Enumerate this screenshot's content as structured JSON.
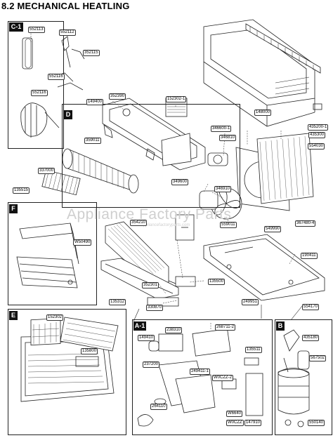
{
  "title": "8.2 MECHANICAL HEATLING",
  "watermark": "Appliance Factory Parts",
  "watermark_sub": "www.appliancefactoryparts.com",
  "sections": {
    "c1": "C-1",
    "d": "D",
    "f": "F",
    "e": "E",
    "a1": "A-1",
    "b": "B"
  },
  "labels": {
    "p552113": "552113",
    "p552112": "552112",
    "p352115": "352115",
    "p552116a": "552116",
    "p552116b": "552116",
    "p352390": "352390",
    "p149400": "149400",
    "p152302a": "152302-1",
    "p359011": "359011",
    "p148000": "148000",
    "p346600": "346600-1",
    "p346810": "346810",
    "p435200": "435200-1",
    "p435300": "435300",
    "p554030": "554030",
    "p337000": "337000",
    "p135515": "135515",
    "p349600": "349600",
    "p346910": "346910",
    "p354210": "354210",
    "p559011": "559011",
    "p549990": "549990",
    "p367480": "367480-4",
    "p550490": "W50490",
    "p190411": "190411",
    "p135500": "135500",
    "p352301": "352301",
    "p330870": "330870",
    "p135312": "135312",
    "p249951": "249951",
    "p554170": "554170",
    "p152302b": "152302",
    "p135800": "135800",
    "p238310": "238310",
    "p268711": "268711-2",
    "p149410": "149410",
    "p237200": "237200",
    "p249411": "249411-1",
    "pw0czz2": "W0CZZ-2",
    "p264110": "264110",
    "pw6640": "W6640",
    "pw0czz": "W0CZZ",
    "p135511": "135511",
    "p147910": "147910",
    "p435180": "435180",
    "p567502": "567502",
    "p550140": "550140"
  }
}
